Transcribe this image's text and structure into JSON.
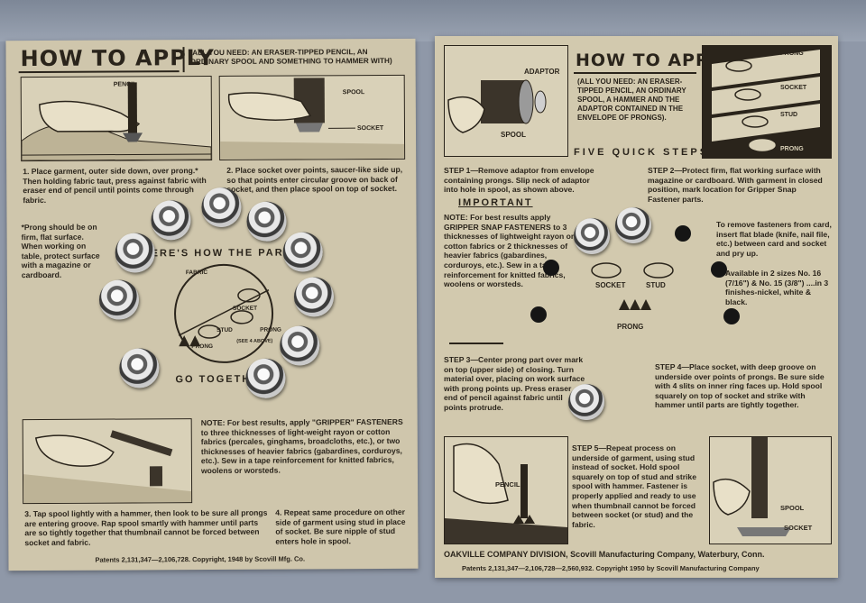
{
  "left_card": {
    "title": "HOW TO APPLY",
    "title_note": "(ALL YOU NEED: AN ERASER-TIPPED PENCIL, AN ORDINARY SPOOL AND SOMETHING TO HAMMER WITH)",
    "img1_label": "PENCIL",
    "img2_label_spool": "SPOOL",
    "img2_label_socket": "SOCKET",
    "step1": "1. Place garment, outer side down, over prong.* Then holding fabric taut, press against fabric with eraser end of pencil until points come through fabric.",
    "step2": "2. Place socket over points, saucer-like side up, so that points enter circular groove on back of socket, and then place spool on top of socket.",
    "prong_note": "*Prong should be on firm, flat surface. When working on table, protect surface with a magazine or cardboard.",
    "circle_top": "HERE'S HOW THE PARTS",
    "circle_bottom": "GO TOGETHER",
    "circle_fabric": "FABRIC",
    "circle_prong": "PRONG",
    "circle_socket": "SOCKET",
    "circle_stud": "STUD",
    "circle_prong2": "PRONG",
    "circle_side": "(SEE 4 ABOVE)",
    "note": "NOTE: For best results, apply \"GRIPPER\" FASTENERS to three thicknesses of light-weight rayon or cotton fabrics (percales, ginghams, broadcloths, etc.), or two thicknesses of heavier fabrics (gabardines, corduroys, etc.). Sew in a tape reinforcement for knitted fabrics, woolens or worsteds.",
    "step3": "3. Tap spool lightly with a hammer, then look to be sure all prongs are entering groove. Rap spool smartly with hammer until parts are so tightly together that thumbnail cannot be forced between socket and fabric.",
    "step4": "4. Repeat same procedure on other side of garment using stud in place of socket. Be sure nipple of stud enters hole in spool.",
    "patents": "Patents 2,131,347—2,106,728. Copyright, 1948 by Scovill Mfg. Co."
  },
  "right_card": {
    "adaptor_label": "ADAPTOR",
    "spool_label": "SPOOL",
    "title": "HOW TO APPLY",
    "title_note": "(ALL YOU NEED: AN ERASER-TIPPED PENCIL, AN ORDINARY SPOOL, A HAMMER AND THE ADAPTOR CONTAINED IN THE ENVELOPE OF PRONGS).",
    "five_steps": "FIVE QUICK STEPS",
    "parts_prong": "PRONG",
    "parts_socket": "SOCKET",
    "parts_stud": "STUD",
    "parts_prong2": "PRONG",
    "step1": "STEP 1—Remove adaptor from envelope containing prongs. Slip neck of adaptor into hole in spool, as shown above.",
    "important": "IMPORTANT",
    "important_note": "NOTE: For best results apply GRIPPER SNAP FASTENERS to 3 thicknesses of lightweight rayon or cotton fabrics or 2 thicknesses of heavier fabrics (gabardines, corduroys, etc.). Sew in a tape reinforcement for knitted fabrics, woolens or worsteds.",
    "step2": "STEP 2—Protect firm, flat working surface with magazine or cardboard. With garment in closed position, mark location for Gripper Snap Fastener parts.",
    "remove_note": "To remove fasteners from card, insert flat blade (knife, nail file, etc.) between card and socket and pry up.",
    "sizes_note": "Available in 2 sizes No. 16 (7/16\") & No. 15 (3/8\") ....in 3 finishes-nickel, white & black.",
    "center_socket": "SOCKET",
    "center_stud": "STUD",
    "center_prong": "PRONG",
    "step3": "STEP 3—Center prong part over mark on top (upper side) of closing. Turn material over, placing on work surface with prong points up. Press eraser end of pencil against fabric until points protrude.",
    "step4": "STEP 4—Place socket, with deep groove on underside over points of prongs. Be sure side with 4 slits on inner ring faces up. Hold spool squarely on top of socket and strike with hammer until parts are tightly together.",
    "pencil_label": "PENCIL",
    "step5": "STEP 5—Repeat process on underside of garment, using stud instead of socket. Hold spool squarely on top of stud and strike spool with hammer. Fastener is properly applied and ready to use when thumbnail cannot be forced between socket (or stud) and the fabric.",
    "img_spool": "SPOOL",
    "img_socket": "SOCKET",
    "division": "OAKVILLE COMPANY DIVISION, Scovill Manufacturing Company, Waterbury, Conn.",
    "patents": "Patents 2,131,347—2,106,728—2,560,932. Copyright 1950 by Scovill Manufacturing Company"
  }
}
